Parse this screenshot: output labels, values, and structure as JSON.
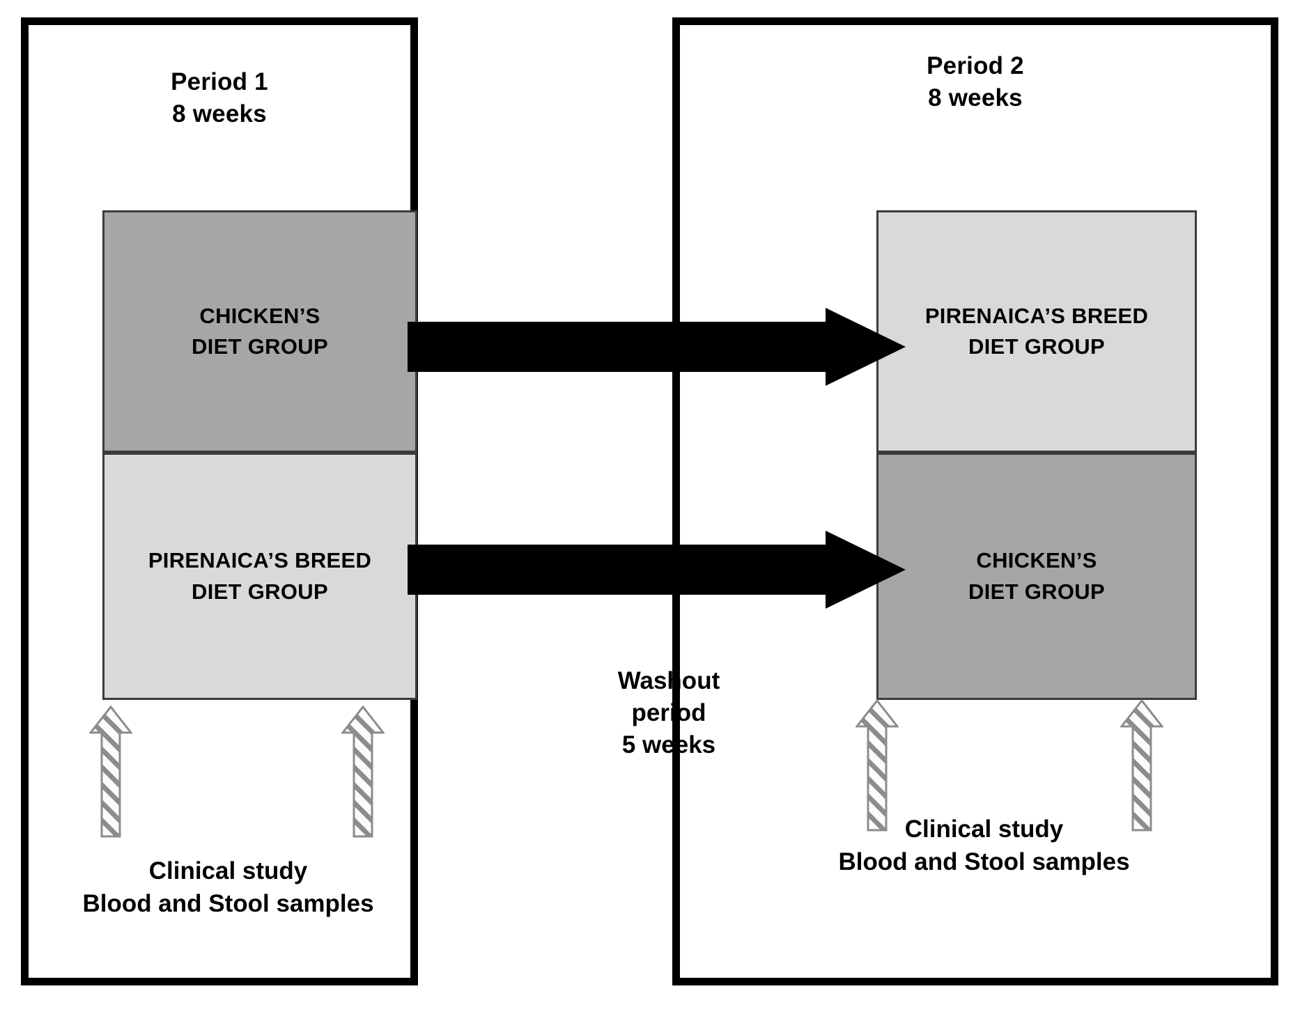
{
  "figure": {
    "type": "crossover-study-design-diagram",
    "background_color": "#ffffff"
  },
  "periods": [
    {
      "id": "period-1",
      "title": "Period 1\n8 weeks",
      "boxes": [
        {
          "label": "CHICKEN’S\nDIET GROUP",
          "shade": "#a6a6a6",
          "shade_name": "dark-gray"
        },
        {
          "label": "PIRENAICA’S BREED\nDIET GROUP",
          "shade": "#d9d9d9",
          "shade_name": "light-gray"
        }
      ],
      "caption": "Clinical study\nBlood and Stool samples"
    },
    {
      "id": "period-2",
      "title": "Period 2\n8 weeks",
      "boxes": [
        {
          "label": "PIRENAICA’S BREED\nDIET GROUP",
          "shade": "#d9d9d9",
          "shade_name": "light-gray"
        },
        {
          "label": "CHICKEN’S\nDIET GROUP",
          "shade": "#a6a6a6",
          "shade_name": "dark-gray"
        }
      ],
      "caption": "Clinical study\nBlood and Stool samples"
    }
  ],
  "washout": {
    "label": "Washout\nperiod\n5 weeks"
  },
  "arrows": {
    "crossover_color": "#000000",
    "crossover_count": 2,
    "sampling_icon": "hatched-up-arrow-icon",
    "sampling_color": "#8c8c8c",
    "sampling_count_per_period": 2
  },
  "colors": {
    "frame": "#000000",
    "box_border": "#3b3b3b",
    "dark_gray": "#a6a6a6",
    "light_gray": "#d9d9d9",
    "text": "#000000"
  }
}
